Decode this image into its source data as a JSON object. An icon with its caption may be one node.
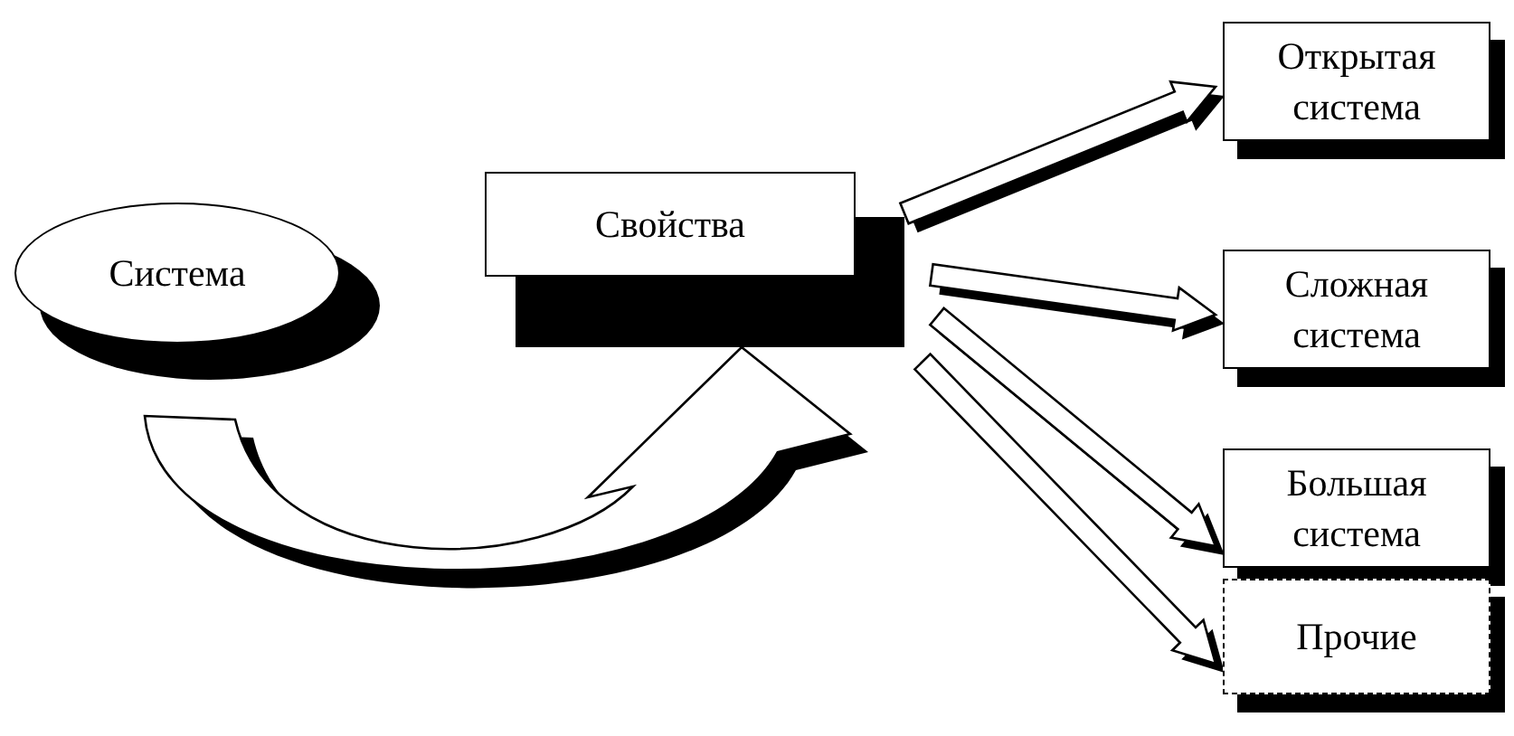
{
  "diagram": {
    "nodes": [
      {
        "text": [
          "Система"
        ]
      },
      {
        "text": [
          "Свойства"
        ]
      },
      {
        "text": [
          "Открытая система"
        ]
      },
      {
        "text": [
          "Сложная система"
        ]
      },
      {
        "text": [
          "Большая система"
        ]
      },
      {
        "text": [
          "Прочие"
        ]
      }
    ],
    "edges": [
      {
        "from": 0,
        "to": 1,
        "arrow": "to",
        "style": "thick"
      },
      {
        "from": 1,
        "to": 2,
        "arrow": "to"
      },
      {
        "from": 1,
        "to": 3,
        "arrow": "to"
      },
      {
        "from": 1,
        "to": 4,
        "arrow": "to"
      },
      {
        "from": 1,
        "to": 5,
        "arrow": "to"
      }
    ]
  }
}
